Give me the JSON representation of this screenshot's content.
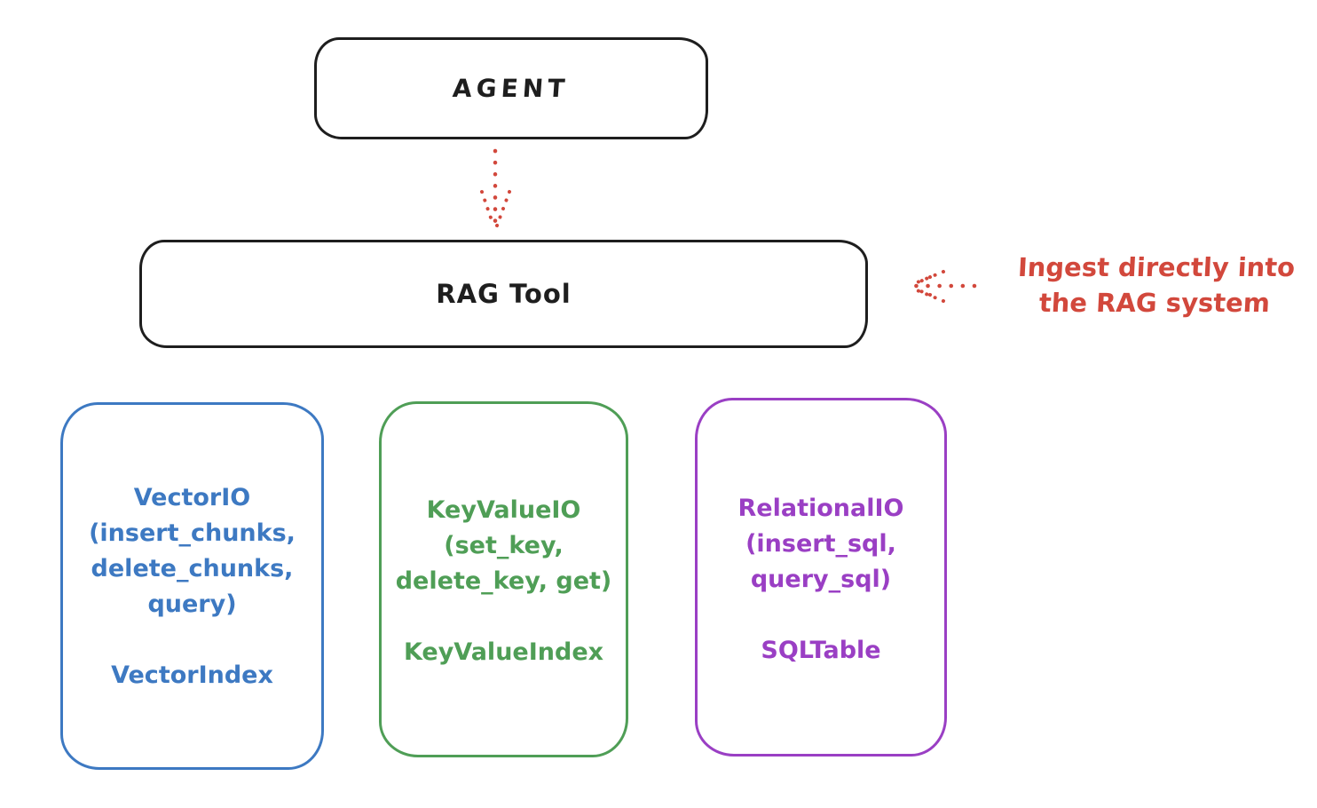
{
  "colors": {
    "ink": "#1e1e1e",
    "red": "#d2483c",
    "blue": "#3d79c2",
    "green": "#4f9e56",
    "purple": "#9a3fc4",
    "background": "#ffffff"
  },
  "agent_box": {
    "label": "AGENT"
  },
  "rag_tool_box": {
    "label": "RAG Tool"
  },
  "annotation": {
    "line1": "Ingest directly into",
    "line2": "the RAG system"
  },
  "arrows": {
    "agent_to_rag": {
      "style": "dotted",
      "direction": "down",
      "color": "#d2483c"
    },
    "annotation_to_rag": {
      "style": "dotted",
      "direction": "left",
      "color": "#d2483c"
    }
  },
  "provider_boxes": [
    {
      "title_lines": [
        "VectorIO",
        "(insert_chunks,",
        "delete_chunks,",
        "query)"
      ],
      "index_label": "VectorIndex",
      "color": "#3d79c2"
    },
    {
      "title_lines": [
        "KeyValueIO",
        "(set_key,",
        "delete_key, get)"
      ],
      "index_label": "KeyValueIndex",
      "color": "#4f9e56"
    },
    {
      "title_lines": [
        "RelationalIO",
        "(insert_sql,",
        "query_sql)"
      ],
      "index_label": "SQLTable",
      "color": "#9a3fc4"
    }
  ]
}
